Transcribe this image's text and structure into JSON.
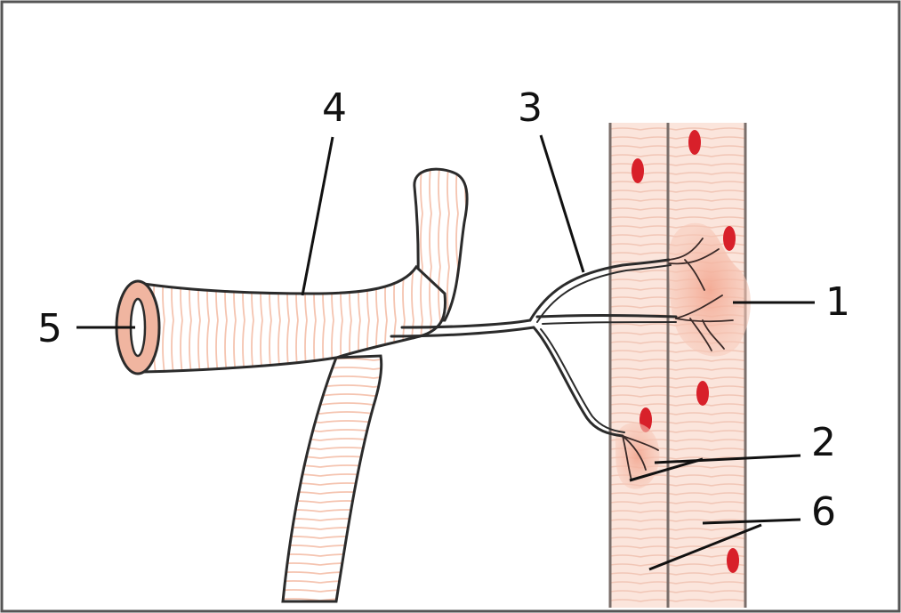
{
  "diagram": {
    "labels": [
      {
        "id": "label-1",
        "text": "1"
      },
      {
        "id": "label-2",
        "text": "2"
      },
      {
        "id": "label-3",
        "text": "3"
      },
      {
        "id": "label-4",
        "text": "4"
      },
      {
        "id": "label-5",
        "text": "5"
      },
      {
        "id": "label-6",
        "text": "6"
      }
    ],
    "colors": {
      "fiber_fill": "#fbe3da",
      "fiber_striation": "#f3c9bb",
      "fiber_border": "#7a6e6a",
      "nucleus": "#d8202a",
      "endplate": "#f4b7a3",
      "nerve_stripe": "#f5c6b3",
      "outline": "#2b2b2b",
      "frame": "#555555"
    }
  }
}
